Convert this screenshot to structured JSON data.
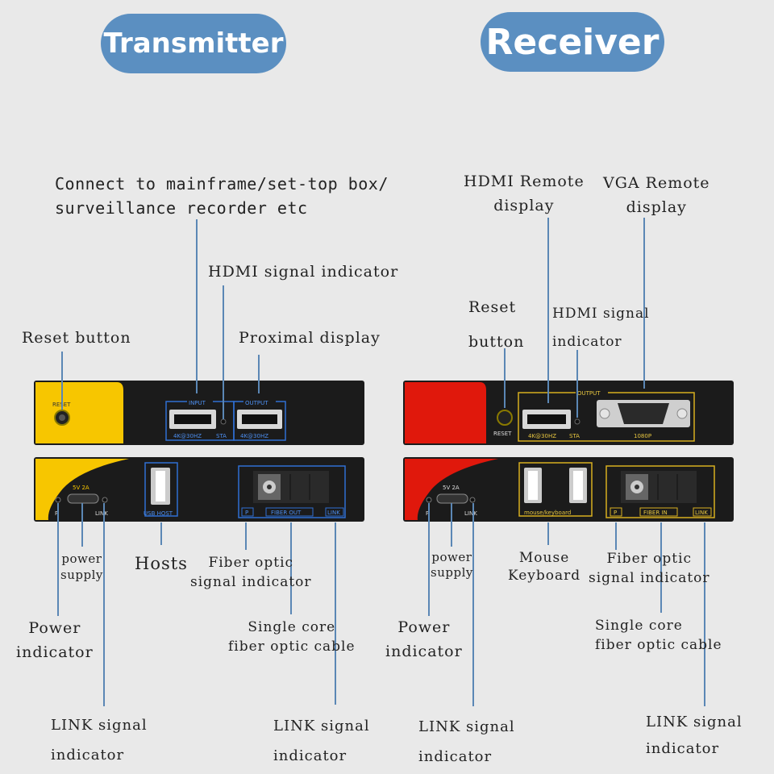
{
  "headers": {
    "transmitter": "Transmitter",
    "receiver": "Receiver"
  },
  "transmitter": {
    "label_connect": "Connect to mainframe/set-top box/\nsurveillance recorder etc",
    "label_hdmi_indicator": "HDMI signal indicator",
    "label_reset": "Reset button",
    "label_proximal": "Proximal display",
    "label_power_supply": "power\nsupply",
    "label_hosts": "Hosts",
    "label_fiber_indicator": "Fiber optic\nsignal indicator",
    "label_single_core": "Single core\nfiber optic cable",
    "label_power_indicator": "Power\nindicator",
    "label_link_left": "LINK signal\nindicator",
    "label_link_right": "LINK signal\nindicator",
    "front_panel": {
      "reset": "RESET",
      "input": "INPUT",
      "output": "OUTPUT",
      "input_spec": "4K@30HZ",
      "sta": "STA",
      "output_spec": "4K@30HZ"
    },
    "back_panel": {
      "power": "5V 2A",
      "p": "P",
      "link": "LINK",
      "usb_host": "USB HOST",
      "fiber_p": "P",
      "fiber_out": "FIBER OUT",
      "fiber_link": "LINK"
    }
  },
  "receiver": {
    "label_hdmi_remote": "HDMI Remote\ndisplay",
    "label_vga_remote": "VGA Remote\ndisplay",
    "label_reset": "Reset\nbutton",
    "label_hdmi_indicator": "HDMI signal\nindicator",
    "label_power_supply": "power\nsupply",
    "label_mouse_keyboard": "Mouse\nKeyboard",
    "label_fiber_indicator": "Fiber optic\nsignal indicator",
    "label_single_core": "Single core\nfiber optic cable",
    "label_power_indicator": "Power\nindicator",
    "label_link_left": "LINK signal\nindicator",
    "label_link_right": "LINK signal\nindicator",
    "front_panel": {
      "reset": "RESET",
      "output": "OUTPUT",
      "hdmi_spec": "4K@30HZ",
      "sta": "STA",
      "vga_spec": "1080P"
    },
    "back_panel": {
      "power": "5V 2A",
      "p": "P",
      "link": "LINK",
      "mouse_keyboard": "mouse/keyboard",
      "fiber_p": "P",
      "fiber_in": "FIBER IN",
      "fiber_link": "LINK"
    }
  },
  "colors": {
    "pill": "#5b8fc1",
    "tx_accent": "#f7c600",
    "rx_accent": "#e0180c",
    "tx_outline": "#2f6fd3",
    "rx_outline": "#d8b020",
    "leader": "#5b87b5"
  }
}
